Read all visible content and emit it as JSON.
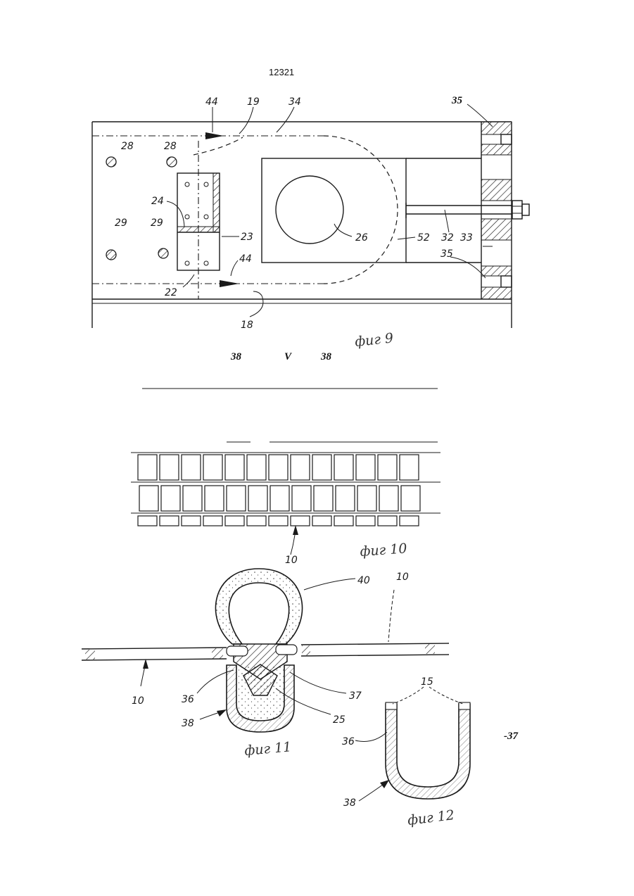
{
  "page_number": "12321",
  "fig9": {
    "caption": "фиг 9",
    "labels": {
      "l44a": "44",
      "l19": "19",
      "l34": "34",
      "l35a": "35",
      "l28a": "28",
      "l28b": "28",
      "l24": "24",
      "l29a": "29",
      "l29b": "29",
      "l23": "23",
      "l26": "26",
      "l52": "52",
      "l32": "32",
      "l33": "33",
      "l35b": "35",
      "l44b": "44",
      "l22": "22",
      "l18": "18"
    }
  },
  "between": {
    "t1": "38",
    "t2": "V",
    "t3": "38"
  },
  "fig10": {
    "caption": "фиг 10",
    "l10": "10"
  },
  "fig11": {
    "caption": "фиг 11",
    "labels": {
      "l40": "40",
      "l10r": "10",
      "l10l": "10",
      "l36": "36",
      "l37": "37",
      "l25": "25",
      "l38": "38"
    }
  },
  "fig12": {
    "caption": "фиг 12",
    "labels": {
      "l15": "15",
      "l36": "36",
      "l38": "38",
      "l37": "-37"
    }
  }
}
